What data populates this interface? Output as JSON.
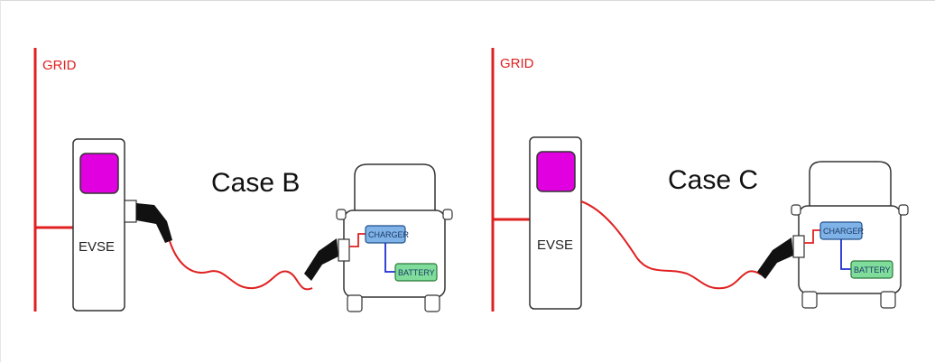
{
  "panels": [
    {
      "grid_label": "GRID",
      "evse_label": "EVSE",
      "case_label": "Case B",
      "charger_label": "CHARGER",
      "battery_label": "BATTERY",
      "evse_side_plug": true
    },
    {
      "grid_label": "GRID",
      "evse_label": "EVSE",
      "case_label": "Case C",
      "charger_label": "CHARGER",
      "battery_label": "BATTERY",
      "evse_side_plug": false
    }
  ],
  "colors": {
    "grid": "#e02020",
    "cable": "#e02020",
    "screen": "#e000e0",
    "charger_fill": "#7fb2e6",
    "battery_fill": "#7fdc9a",
    "link": "#1f2fd0",
    "outline": "#333333"
  }
}
